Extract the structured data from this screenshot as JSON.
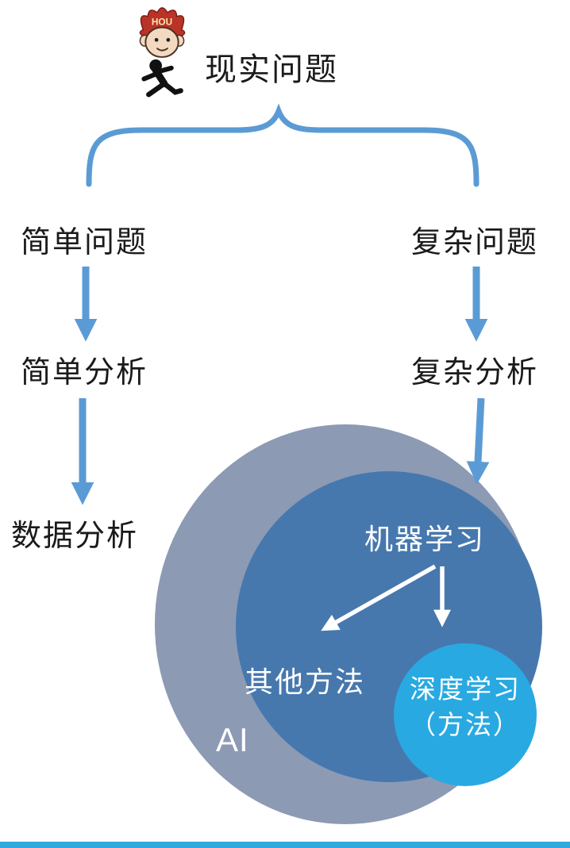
{
  "diagram": {
    "root_label": "现实问题",
    "mascot": {
      "cap_text": "HOU"
    },
    "left_branch": {
      "problem": "简单问题",
      "analysis": "简单分析",
      "outcome": "数据分析"
    },
    "right_branch": {
      "problem": "复杂问题",
      "analysis": "复杂分析"
    },
    "venn": {
      "outer_label": "AI",
      "middle_label": "机器学习",
      "other_label": "其他方法",
      "deep_label_line1": "深度学习",
      "deep_label_line2": "（方法）"
    }
  },
  "colors": {
    "connector_blue": "#5B9BD5",
    "outer_circle": "#8C9AB4",
    "middle_circle": "#4678AE",
    "inner_circle": "#29A9E1",
    "white_arrow": "#FFFFFF",
    "footer_bar": "#2EA9E0"
  }
}
